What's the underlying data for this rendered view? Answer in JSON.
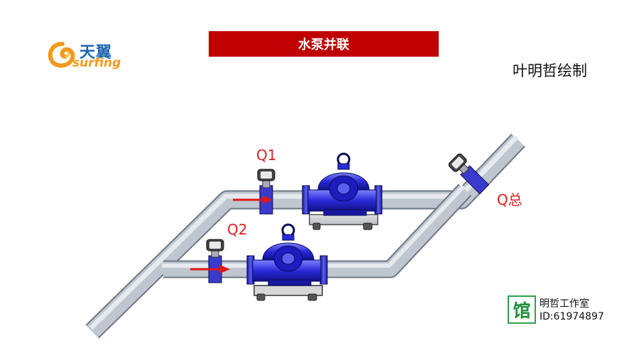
{
  "logo": {
    "cn": "天翼",
    "en": "surfing",
    "colors": {
      "blue": "#1b67b3",
      "orange": "#f29b1d"
    }
  },
  "title": "水泵并联",
  "author": "叶明哲绘制",
  "labels": {
    "q1": "Q1",
    "q2": "Q2",
    "qtotal": "Q总"
  },
  "watermark": {
    "glyph": "馆",
    "name": "明哲工作室",
    "id": "ID:61974897"
  },
  "colors": {
    "banner": "#c00000",
    "label": "#e02020",
    "pipe": "#b8bfca",
    "pump": "#2a2ad8",
    "arrow": "#e01818"
  }
}
